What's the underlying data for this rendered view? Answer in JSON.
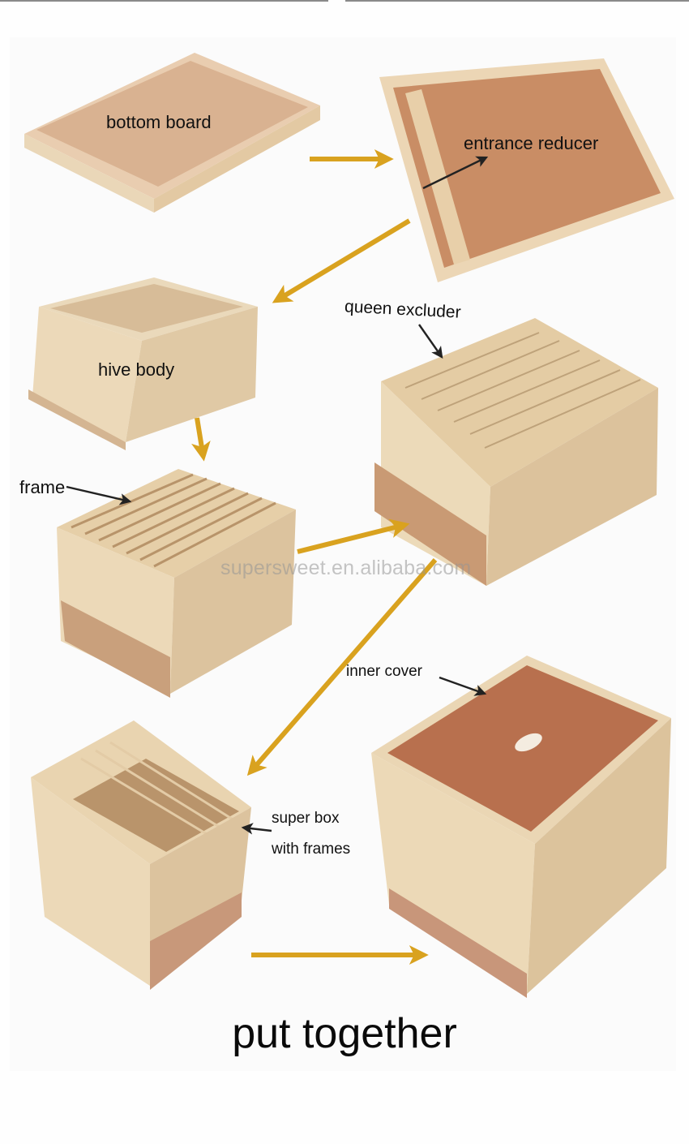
{
  "diagram": {
    "title": "put together",
    "watermark": "supersweet.en.alibaba.com",
    "accent_arrow_color": "#d9a21f",
    "label_color": "#111111",
    "components": [
      {
        "id": "bottom-board",
        "label": "bottom board"
      },
      {
        "id": "entrance-reducer",
        "label": "entrance reducer"
      },
      {
        "id": "hive-body",
        "label": "hive body"
      },
      {
        "id": "queen-excluder",
        "label": "queen excluder"
      },
      {
        "id": "frame",
        "label": "frame"
      },
      {
        "id": "inner-cover",
        "label": "inner cover"
      },
      {
        "id": "super-box",
        "label_line1": "super box",
        "label_line2": "with frames"
      }
    ],
    "flow": [
      "bottom board",
      "entrance reducer",
      "hive body",
      "frame",
      "queen excluder",
      "super box with frames",
      "inner cover"
    ]
  }
}
